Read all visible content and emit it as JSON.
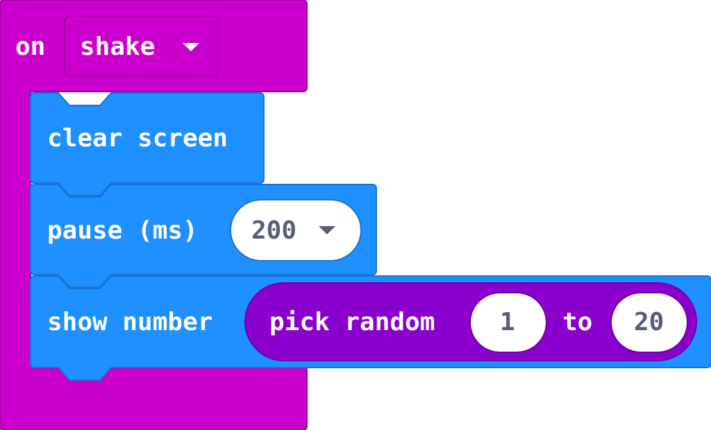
{
  "event_block": {
    "label": "on",
    "gesture_value": "shake",
    "color": "#cc00cc",
    "border_color": "#a300a3"
  },
  "statement_blocks": {
    "clear_screen": {
      "label": "clear screen"
    },
    "pause": {
      "label": "pause (ms)",
      "value": "200"
    },
    "show_number": {
      "label": "show number"
    },
    "color": "#1e90ff",
    "border_color": "#1a73d1"
  },
  "pick_random": {
    "label": "pick random",
    "from_value": "1",
    "joiner": "to",
    "to_value": "20",
    "color": "#8a00cc",
    "border_color": "#6f00a6"
  },
  "icons": {
    "dropdown": "chevron-down-icon"
  }
}
